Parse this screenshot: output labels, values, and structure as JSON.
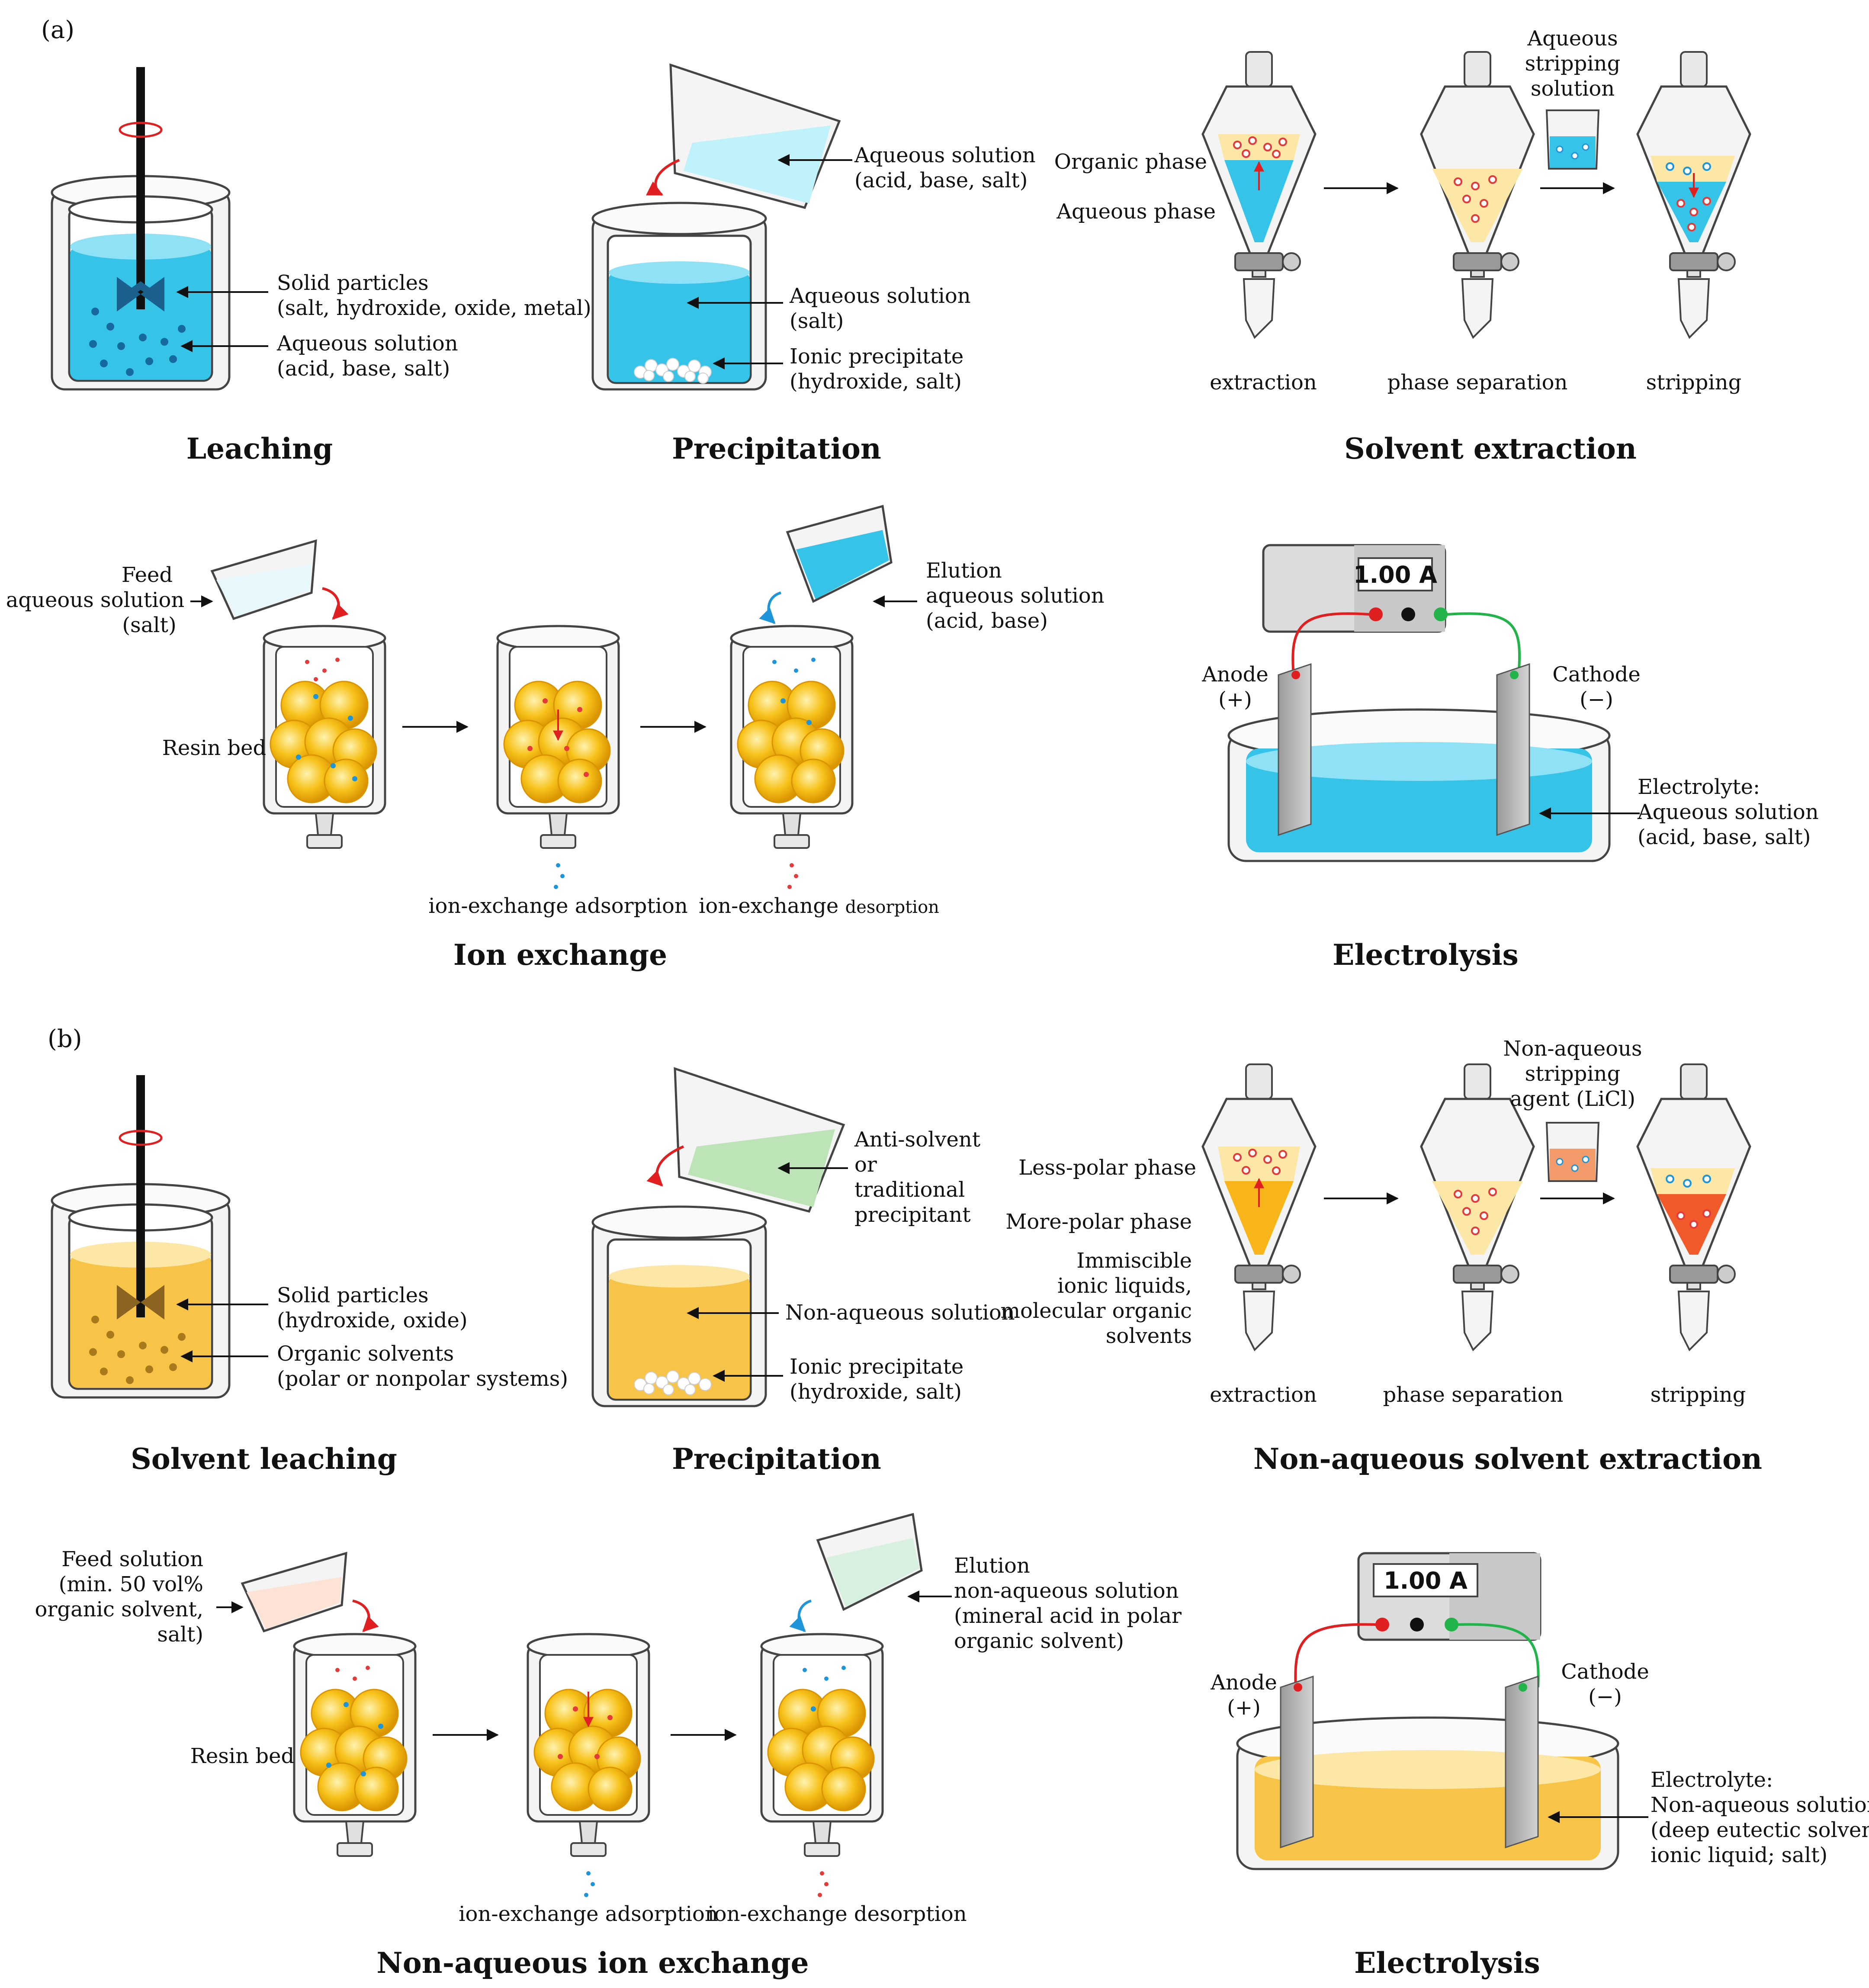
{
  "panel_a": {
    "label": "(a)",
    "leaching": {
      "title": "Leaching",
      "solid_line1": "Solid particles",
      "solid_line2": "(salt, hydroxide, oxide, metal)",
      "aq_line1": "Aqueous solution",
      "aq_line2": "(acid, base, salt)"
    },
    "precipitation": {
      "title": "Precipitation",
      "pour_line1": "Aqueous solution",
      "pour_line2": "(acid, base, salt)",
      "sol_line1": "Aqueous solution",
      "sol_line2": "(salt)",
      "ppt_line1": "Ionic precipitate",
      "ppt_line2": "(hydroxide, salt)"
    },
    "solvent_extraction": {
      "title": "Solvent extraction",
      "organic_phase": "Organic phase",
      "aqueous_phase": "Aqueous phase",
      "strip_line1": "Aqueous",
      "strip_line2": "stripping",
      "strip_line3": "solution",
      "step1": "extraction",
      "step2": "phase separation",
      "step3": "stripping"
    },
    "ion_exchange": {
      "title": "Ion exchange",
      "feed_line1": "Feed",
      "feed_line2": "aqueous solution",
      "feed_line3": "(salt)",
      "resin_bed": "Resin bed",
      "elution_line1": "Elution",
      "elution_line2": "aqueous solution",
      "elution_line3": "(acid, base)",
      "adsorption": "ion-exchange adsorption",
      "desorption_a": "ion-exchange",
      "desorption_b": "desorption"
    },
    "electrolysis": {
      "title": "Electrolysis",
      "meter": "1.00 A",
      "anode": "Anode",
      "anode_sign": "(+)",
      "cathode": "Cathode",
      "cathode_sign": "(−)",
      "elec_line1": "Electrolyte:",
      "elec_line2": "Aqueous solution",
      "elec_line3": "(acid, base, salt)"
    }
  },
  "panel_b": {
    "label": "(b)",
    "leaching": {
      "title": "Solvent leaching",
      "solid_line1": "Solid particles",
      "solid_line2": "(hydroxide, oxide)",
      "org_line1": "Organic solvents",
      "org_line2": "(polar or nonpolar systems)"
    },
    "precipitation": {
      "title": "Precipitation",
      "anti_line1": "Anti-solvent",
      "anti_line2": "or",
      "anti_line3": "traditional",
      "anti_line4": "precipitant",
      "sol_line1": "Non-aqueous solution",
      "ppt_line1": "Ionic precipitate",
      "ppt_line2": "(hydroxide, salt)"
    },
    "solvent_extraction": {
      "title": "Non-aqueous solvent extraction",
      "less_polar": "Less-polar phase",
      "more_polar": "More-polar phase",
      "imm_line1": "Immiscible",
      "imm_line2": "ionic liquids,",
      "imm_line3": "molecular organic",
      "imm_line4": "solvents",
      "strip_line1": "Non-aqueous",
      "strip_line2": "stripping",
      "strip_line3": "agent (LiCl)",
      "step1": "extraction",
      "step2": "phase separation",
      "step3": "stripping"
    },
    "ion_exchange": {
      "title": "Non-aqueous ion exchange",
      "feed_line1": "Feed solution",
      "feed_line2": "(min. 50 vol%",
      "feed_line3": "organic solvent,",
      "feed_line4": "salt)",
      "resin_bed": "Resin bed",
      "elution_line1": "Elution",
      "elution_line2": "non-aqueous solution",
      "elution_line3": "(mineral acid in polar",
      "elution_line4": "organic solvent)",
      "adsorption": "ion-exchange adsorption",
      "desorption": "ion-exchange desorption"
    },
    "electrolysis": {
      "title": "Electrolysis",
      "meter": "1.00 A",
      "anode": "Anode",
      "anode_sign": "(+)",
      "cathode": "Cathode",
      "cathode_sign": "(−)",
      "elec_line1": "Electrolyte:",
      "elec_line2": "Non-aqueous solution",
      "elec_line3": "(deep eutectic solvent,",
      "elec_line4": "ionic liquid; salt)"
    }
  },
  "colors": {
    "aqueous": "#35c3e8",
    "aqueous_light": "#a8ecf8",
    "nonaqueous": "#f7c447",
    "nonaqueous_light": "#fde7a6",
    "resin": "#f5b800",
    "red_ion": "#e43a3a",
    "blue_ion": "#1e95d8",
    "green_wire": "#22b34a",
    "red_wire": "#e02020"
  }
}
